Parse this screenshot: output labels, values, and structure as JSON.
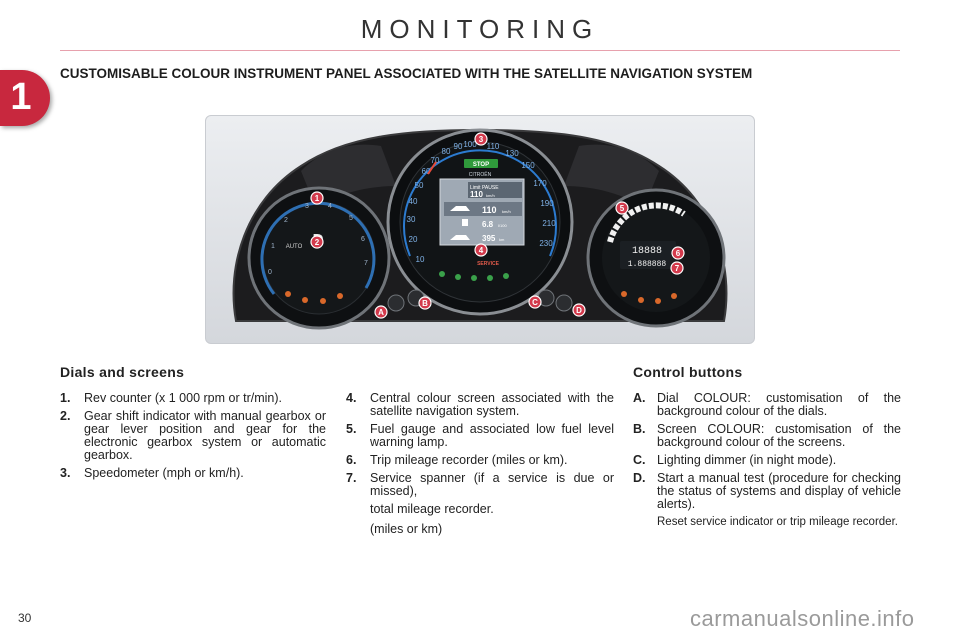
{
  "page": {
    "title": "MONITORING",
    "chapter": "1",
    "section_title": "CUSTOMISABLE COLOUR INSTRUMENT PANEL ASSOCIATED WITH THE SATELLITE NAVIGATION SYSTEM",
    "page_number": "30",
    "watermark": "carmanualsonline.info"
  },
  "panel": {
    "speedo_ticks": [
      "10",
      "20",
      "30",
      "40",
      "50",
      "60",
      "70",
      "80",
      "90",
      "100",
      "110",
      "130",
      "150",
      "170",
      "190",
      "210",
      "230"
    ],
    "rev_ticks": [
      "0",
      "1",
      "2",
      "3",
      "4",
      "5",
      "6",
      "7"
    ],
    "stop_label": "STOP",
    "brand": "CITROËN",
    "limit_label": "Limit PAUSE",
    "limit_value": "110",
    "limit_unit": "km/h",
    "cruise_value": "110",
    "cruise_unit": "km/h",
    "consumption_value": "6.8",
    "consumption_unit": "l/100",
    "range_value": "395",
    "range_unit": "km",
    "service_label": "SERVICE",
    "gear_letter": "D",
    "auto_label": "AUTO",
    "digits_1": "18888",
    "digits_2": "1.888888",
    "callouts_numbers": [
      "1",
      "2",
      "3",
      "4",
      "5",
      "6",
      "7"
    ],
    "callouts_letters": [
      "A",
      "B",
      "C",
      "D"
    ]
  },
  "dials": {
    "heading": "Dials and screens",
    "items": [
      {
        "num": "1.",
        "text": "Rev counter (x 1 000 rpm or tr/min)."
      },
      {
        "num": "2.",
        "text": "Gear shift indicator with manual gearbox or gear lever position and gear for the electronic gearbox system or automatic gearbox."
      },
      {
        "num": "3.",
        "text": "Speedometer (mph or km/h)."
      },
      {
        "num": "4.",
        "text": "Central colour screen associated with the satellite navigation system."
      },
      {
        "num": "5.",
        "text": "Fuel gauge and associated low fuel level warning lamp."
      },
      {
        "num": "6.",
        "text": "Trip mileage recorder (miles or km)."
      },
      {
        "num": "7.",
        "text": "Service spanner (if a service is due or missed),"
      }
    ],
    "item7_extra_1": "total mileage recorder.",
    "item7_extra_2": "(miles or km)"
  },
  "controls": {
    "heading": "Control buttons",
    "items": [
      {
        "num": "A.",
        "text": "Dial COLOUR: customisation of the background colour of the dials."
      },
      {
        "num": "B.",
        "text": "Screen COLOUR: customisation of the background colour of the screens."
      },
      {
        "num": "C.",
        "text": "Lighting dimmer (in night mode)."
      },
      {
        "num": "D.",
        "text": "Start a manual test (procedure for checking the status of systems and display of vehicle alerts)."
      }
    ],
    "itemD_extra": "Reset service indicator or trip mileage recorder."
  }
}
